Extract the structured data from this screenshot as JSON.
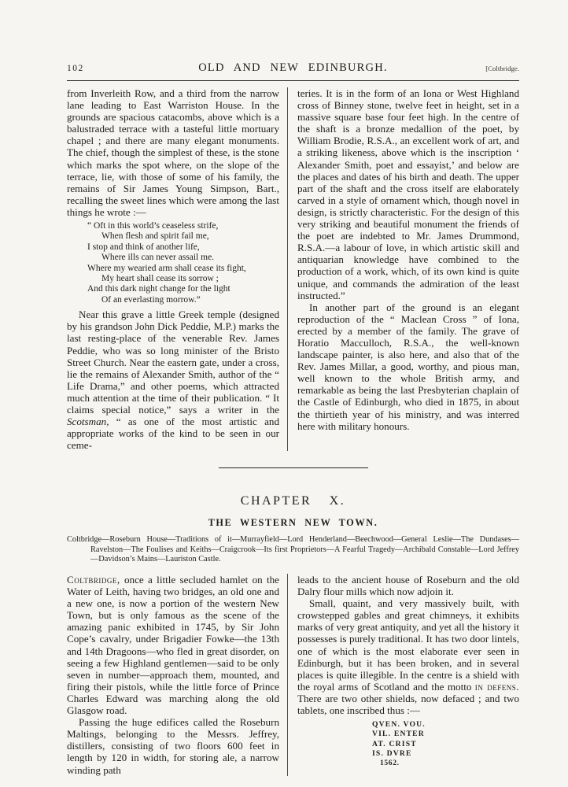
{
  "colors": {
    "paper": "#f6f5f1",
    "ink": "#211e1a"
  },
  "header": {
    "page_number": "102",
    "title": "OLD AND NEW EDINBURGH.",
    "running_head": "[Coltbridge."
  },
  "top": {
    "left": {
      "para1": "from Inverleith Row, and a third from the narrow lane leading to East Warriston House. In the grounds are spacious catacombs, above which is a balustraded terrace with a tasteful little mortuary chapel ; and there are many elegant monuments. The chief, though the simplest of these, is the stone which marks the spot where, on the slope of the terrace, lie, with those of some of his family, the remains of Sir James Young Simpson, Bart., recalling the sweet lines which were among the last things he wrote :—",
      "poem": [
        "“ Oft in this world’s ceaseless strife,",
        "When flesh and spirit fail me,",
        "I stop and think of another life,",
        "Where ills can never assail me.",
        "Where my wearied arm shall cease its fight,",
        "My heart shall cease its sorrow ;",
        "And this dark night change for the light",
        "Of an everlasting morrow.”"
      ],
      "para2_pre": "Near this grave a little Greek temple (designed by his grandson John Dick Peddie, M.P.) marks the last resting-place of the venerable Rev. James Peddie, who was so long minister of the Bristo Street Church. Near the eastern gate, under a cross, lie the remains of Alexander Smith, author of the “ Life Drama,” and other poems, which attracted much attention at the time of their publication. “ It claims special notice,” says a writer in the ",
      "para2_italic": "Scotsman,",
      "para2_post": " “ as one of the most artistic and appropriate works of the kind to be seen in our ceme-"
    },
    "right": {
      "para1": "teries. It is in the form of an Iona or West Highland cross of Binney stone, twelve feet in height, set in a massive square base four feet high. In the centre of the shaft is a bronze medallion of the poet, by William Brodie, R.S.A., an excellent work of art, and a striking likeness, above which is the inscription ‘ Alexander Smith, poet and essayist,’ and below are the places and dates of his birth and death. The upper part of the shaft and the cross itself are elaborately carved in a style of ornament which, though novel in design, is strictly characteristic. For the design of this very striking and beautiful monument the friends of the poet are indebted to Mr. James Drummond, R.S.A.—a labour of love, in which artistic skill and antiquarian knowledge have combined to the production of a work, which, of its own kind is quite unique, and commands the admiration of the least instructed.”",
      "para2": "In another part of the ground is an elegant reproduction of the “ Maclean Cross ” of Iona, erected by a member of the family. The grave of Horatio Macculloch, R.S.A., the well-known landscape painter, is also here, and also that of the Rev. James Millar, a good, worthy, and pious man, well known to the whole British army, and remarkable as being the last Presbyterian chaplain of the Castle of Edinburgh, who died in 1875, in about the thirtieth year of his ministry, and was interred here with military honours."
    }
  },
  "chapter": {
    "title": "CHAPTER X.",
    "subtitle": "THE WESTERN NEW TOWN.",
    "summary": "Coltbridge—Roseburn House—Traditions of it—Murrayfield—Lord Henderland—Beechwood—General Leslie—The Dundases—Ravelston—The Foulises and Keiths—Craigcrook—Its first Proprietors—A Fearful Tragedy—Archibald Constable—Lord Jeffrey—Davidson’s Mains—Lauriston Castle."
  },
  "bottom": {
    "left": {
      "para1_lead": "Coltbridge,",
      "para1_rest": " once a little secluded hamlet on the Water of Leith, having two bridges, an old one and a new one, is now a portion of the western New Town, but is only famous as the scene of the amazing panic exhibited in 1745, by Sir John Cope’s cavalry, under Brigadier Fowke—the 13th and 14th Dragoons—who fled in great disorder, on seeing a few Highland gentlemen—said to be only seven in number—approach them, mounted, and firing their pistols, while the little force of Prince Charles Edward was marching along the old Glasgow road.",
      "para2": "Passing the huge edifices called the Roseburn Maltings, belonging to the Messrs. Jeffrey, distillers, consisting of two floors 600 feet in length by 120 in width, for storing ale, a narrow winding path"
    },
    "right": {
      "para1": "leads to the ancient house of Roseburn and the old Dalry flour mills which now adjoin it.",
      "para2_pre": "Small, quaint, and very massively built, with crowstepped gables and great chimneys, it exhibits marks of very great antiquity, and yet all the history it possesses is purely traditional. It has two door lintels, one of which is the most elaborate ever seen in Edinburgh, but it has been broken, and in several places is quite illegible. In the centre is a shield with the royal arms of Scotland and the motto ",
      "para2_motto": "in defens.",
      "para2_post": " There are two other shields, now defaced ; and two tablets, one inscribed thus :—",
      "inscription": [
        "QVEN. VOU.",
        "VIL. ENTER",
        "AT. CRIST",
        "IS. DVRE",
        "1562."
      ]
    }
  }
}
